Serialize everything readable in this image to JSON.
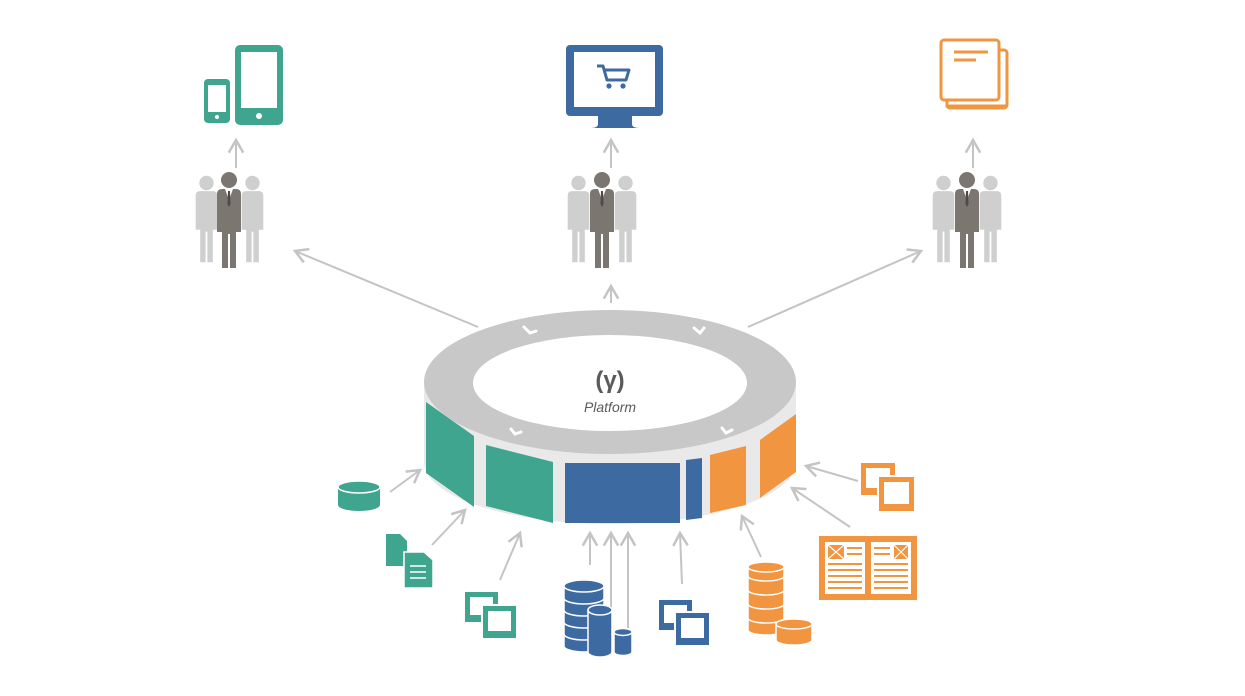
{
  "platform": {
    "logo_text": "(γ)",
    "label": "Platform"
  },
  "colors": {
    "green": "#3fa58f",
    "blue": "#3d6aa0",
    "orange": "#f29540",
    "ring_gray": "#c8c8c8",
    "arrow_gray": "#c4c4c4",
    "person_dark": "#7c7670",
    "person_light": "#cfcfcf"
  },
  "outputs": [
    {
      "name": "mobile-devices",
      "icon": "phone-tablet-icon",
      "color": "green"
    },
    {
      "name": "web-store",
      "icon": "monitor-shopping-cart-icon",
      "color": "blue"
    },
    {
      "name": "print-publication",
      "icon": "book-icon",
      "color": "orange"
    }
  ],
  "audiences": [
    "left-audience",
    "center-audience",
    "right-audience"
  ],
  "inputs": [
    {
      "name": "database",
      "icon": "database-disk-icon",
      "color": "green"
    },
    {
      "name": "documents",
      "icon": "documents-icon",
      "color": "green"
    },
    {
      "name": "media",
      "icon": "image-stack-icon",
      "color": "green"
    },
    {
      "name": "databases",
      "icon": "database-stack-icon",
      "color": "blue"
    },
    {
      "name": "media",
      "icon": "image-stack-icon",
      "color": "blue"
    },
    {
      "name": "databases",
      "icon": "database-stack-icon",
      "color": "orange"
    },
    {
      "name": "layouts",
      "icon": "page-layout-icon",
      "color": "orange"
    },
    {
      "name": "media",
      "icon": "image-stack-icon",
      "color": "orange"
    }
  ]
}
